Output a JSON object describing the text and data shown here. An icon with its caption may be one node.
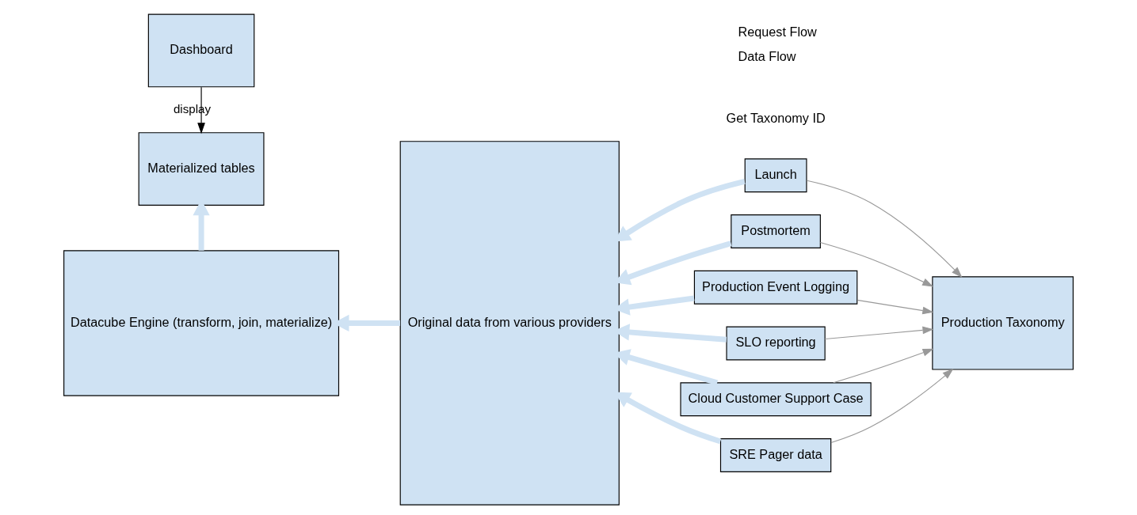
{
  "diagram": {
    "nodes": [
      {
        "text": [
          "Dashboard"
        ]
      },
      {
        "text": [
          "Materialized tables"
        ]
      },
      {
        "text": [
          "Datacube Engine (transform, join, materialize)"
        ]
      },
      {
        "text": [
          "Original data from various providers"
        ]
      },
      {
        "text": [
          "Launch"
        ]
      },
      {
        "text": [
          "Postmortem"
        ]
      },
      {
        "text": [
          "Production Event Logging"
        ]
      },
      {
        "text": [
          "SLO reporting"
        ]
      },
      {
        "text": [
          "Cloud Customer Support Case"
        ]
      },
      {
        "text": [
          "SRE Pager data"
        ]
      },
      {
        "text": [
          "Production Taxonomy"
        ]
      }
    ],
    "edges": [
      {
        "from": 0,
        "to": 1,
        "arrow": "to",
        "label": "display",
        "color": "#000000"
      },
      {
        "from": 2,
        "to": 1,
        "arrow": "to"
      },
      {
        "from": 3,
        "to": 2,
        "arrow": "to"
      },
      {
        "from": 4,
        "to": 3,
        "arrow": "to"
      },
      {
        "from": 5,
        "to": 3,
        "arrow": "to"
      },
      {
        "from": 6,
        "to": 3,
        "arrow": "to"
      },
      {
        "from": 7,
        "to": 3,
        "arrow": "to"
      },
      {
        "from": 8,
        "to": 3,
        "arrow": "to"
      },
      {
        "from": 9,
        "to": 3,
        "arrow": "to"
      },
      {
        "from": 4,
        "to": 10,
        "arrow": "to",
        "color": "#999999"
      },
      {
        "from": 5,
        "to": 10,
        "arrow": "to",
        "color": "#999999"
      },
      {
        "from": 6,
        "to": 10,
        "arrow": "to",
        "color": "#999999"
      },
      {
        "from": 7,
        "to": 10,
        "arrow": "to",
        "color": "#999999"
      },
      {
        "from": 8,
        "to": 10,
        "arrow": "to",
        "color": "#999999"
      },
      {
        "from": 9,
        "to": 10,
        "arrow": "to",
        "color": "#999999"
      }
    ],
    "labels": [
      "Get Taxonomy ID"
    ],
    "legend": [
      {
        "text": "Request Flow"
      },
      {
        "text": "Data Flow"
      }
    ]
  }
}
